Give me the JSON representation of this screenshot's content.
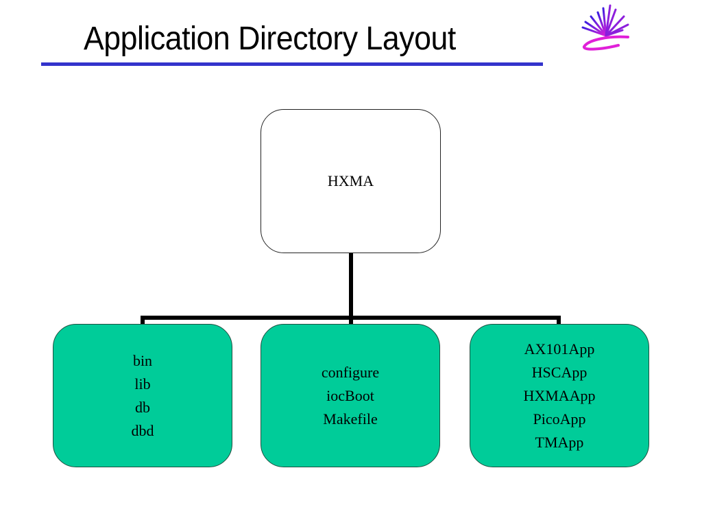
{
  "slide": {
    "title": "Application Directory Layout",
    "logo": "starburst-logo",
    "rule_color": "#3333cc"
  },
  "diagram": {
    "root": {
      "label": "HXMA",
      "fill": "#ffffff"
    },
    "children": [
      {
        "lines": [
          "bin",
          "lib",
          "db",
          "dbd"
        ],
        "fill": "#00cc99"
      },
      {
        "lines": [
          "configure",
          "iocBoot",
          "Makefile"
        ],
        "fill": "#00cc99"
      },
      {
        "lines": [
          "AX101App",
          "HSCApp",
          "HXMAApp",
          "PicoApp",
          "TMApp"
        ],
        "fill": "#00cc99"
      }
    ]
  }
}
